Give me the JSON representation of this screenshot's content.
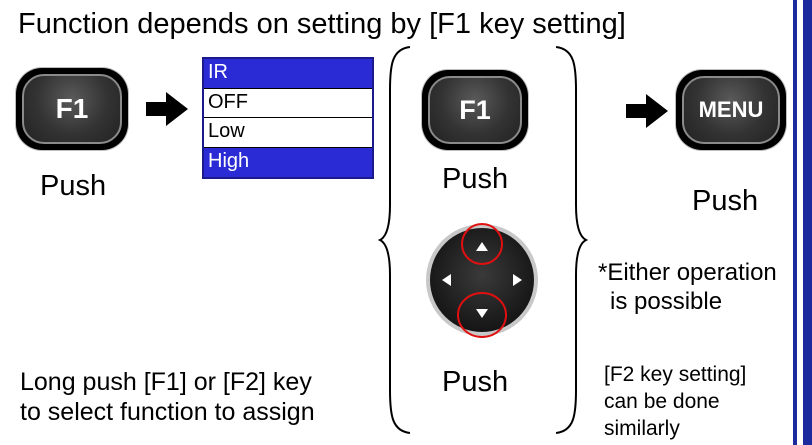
{
  "title": "Function depends on setting by [F1 key setting]",
  "f1_key_label": "F1",
  "menu_key_label": "MENU",
  "push_label": "Push",
  "settings_menu": {
    "items": [
      {
        "label": "IR",
        "selected": true
      },
      {
        "label": "OFF",
        "selected": false
      },
      {
        "label": "Low",
        "selected": false
      },
      {
        "label": "High",
        "selected": true
      }
    ]
  },
  "long_push_note": [
    "Long push [F1] or [F2] key",
    "to select function to assign"
  ],
  "either_note": [
    "*Either operation",
    "is possible"
  ],
  "f2_note": [
    "[F2 key setting]",
    "can be done",
    "similarly"
  ],
  "colors": {
    "menu_highlight": "#2b2bd6",
    "menu_border": "#1a1a8c",
    "side_bar": "#1b2a9c",
    "circle_highlight": "#e01010"
  },
  "icons": [
    "arrow-right-icon",
    "dpad-up-icon",
    "dpad-down-icon",
    "dpad-left-icon",
    "dpad-right-icon"
  ]
}
